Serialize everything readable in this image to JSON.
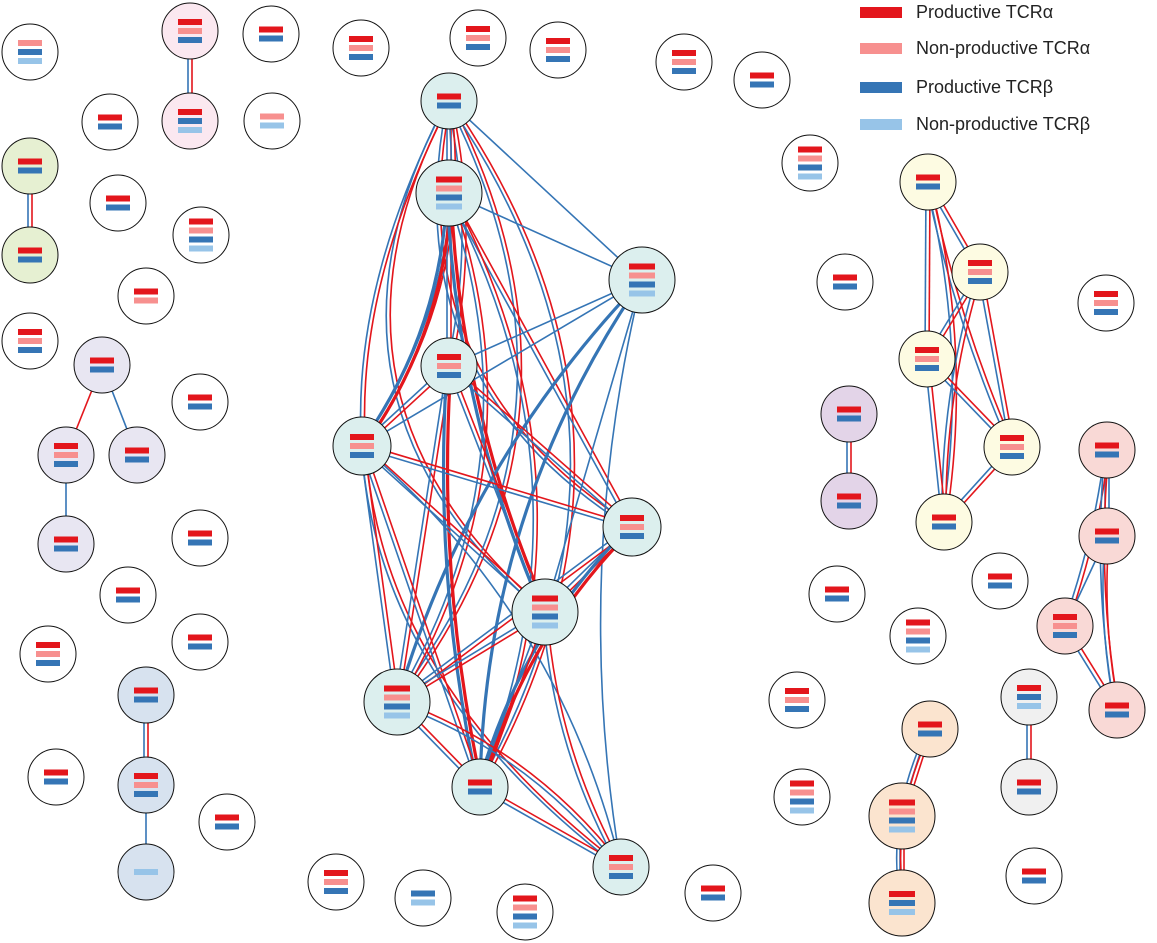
{
  "legend": {
    "items": [
      {
        "label": "Productive TCRα",
        "color": "#e3161c"
      },
      {
        "label": "Non-productive TCRα",
        "color": "#f7908f"
      },
      {
        "label": "Productive TCRβ",
        "color": "#3575b5"
      },
      {
        "label": "Non-productive TCRβ",
        "color": "#97c4e8"
      }
    ]
  },
  "chain_colors": {
    "A": "#e3161c",
    "a": "#f7908f",
    "B": "#3575b5",
    "b": "#97c4e8"
  },
  "cluster_fills": {
    "none": "#ffffff",
    "teal": "#dcefee",
    "pink": "#fbe8f0",
    "green": "#e6f0d2",
    "lavender": "#e8e6f2",
    "steel": "#d7e2ef",
    "purple": "#e3d4e8",
    "yellow": "#fdfbe2",
    "salmon": "#f9d9d6",
    "peach": "#fbe4cf",
    "gray": "#f0f0f0"
  },
  "nodes": [
    {
      "id": "s1",
      "fill": "none",
      "chains": "aBb"
    },
    {
      "id": "s2",
      "fill": "none",
      "chains": "AB"
    },
    {
      "id": "s3",
      "fill": "none",
      "chains": "AB"
    },
    {
      "id": "s4",
      "fill": "none",
      "chains": "ab"
    },
    {
      "id": "s5",
      "fill": "none",
      "chains": "AaB"
    },
    {
      "id": "s6",
      "fill": "none",
      "chains": "AaB"
    },
    {
      "id": "s7",
      "fill": "none",
      "chains": "AaB"
    },
    {
      "id": "s8",
      "fill": "none",
      "chains": "AaB"
    },
    {
      "id": "s9",
      "fill": "none",
      "chains": "AB"
    },
    {
      "id": "s10",
      "fill": "none",
      "chains": "AB"
    },
    {
      "id": "s11",
      "fill": "none",
      "chains": "AaBb"
    },
    {
      "id": "s12",
      "fill": "none",
      "chains": "Aa"
    },
    {
      "id": "s13",
      "fill": "none",
      "chains": "AaB"
    },
    {
      "id": "s14",
      "fill": "none",
      "chains": "AB"
    },
    {
      "id": "s15",
      "fill": "none",
      "chains": "AaBb"
    },
    {
      "id": "s16",
      "fill": "none",
      "chains": "AB"
    },
    {
      "id": "s17",
      "fill": "none",
      "chains": "AaB"
    },
    {
      "id": "s18",
      "fill": "none",
      "chains": "AB"
    },
    {
      "id": "s19",
      "fill": "none",
      "chains": "AB"
    },
    {
      "id": "s20",
      "fill": "none",
      "chains": "AaB"
    },
    {
      "id": "s21",
      "fill": "none",
      "chains": "AB"
    },
    {
      "id": "s22",
      "fill": "none",
      "chains": "AaB"
    },
    {
      "id": "s23",
      "fill": "none",
      "chains": "AB"
    },
    {
      "id": "s24",
      "fill": "none",
      "chains": "AB"
    },
    {
      "id": "s25",
      "fill": "none",
      "chains": "AaB"
    },
    {
      "id": "s26",
      "fill": "none",
      "chains": "Bb"
    },
    {
      "id": "s27",
      "fill": "none",
      "chains": "AaBb"
    },
    {
      "id": "s28",
      "fill": "none",
      "chains": "AB"
    },
    {
      "id": "s29",
      "fill": "none",
      "chains": "AaBb"
    },
    {
      "id": "s30",
      "fill": "none",
      "chains": "AB"
    },
    {
      "id": "s31",
      "fill": "none",
      "chains": "AB"
    },
    {
      "id": "s32",
      "fill": "none",
      "chains": "AaBb"
    },
    {
      "id": "s33",
      "fill": "none",
      "chains": "AB"
    },
    {
      "id": "s34",
      "fill": "none",
      "chains": "AB"
    },
    {
      "id": "s35",
      "fill": "none",
      "chains": "AB"
    },
    {
      "id": "s36",
      "fill": "none",
      "chains": "AB"
    },
    {
      "id": "s37",
      "fill": "none",
      "chains": "ABb"
    },
    {
      "id": "s38",
      "fill": "none",
      "chains": "AaB"
    },
    {
      "id": "s39",
      "fill": "none",
      "chains": "AaB"
    },
    {
      "id": "s40",
      "fill": "none",
      "chains": "AB"
    },
    {
      "id": "s41",
      "fill": "none",
      "chains": "AB"
    },
    {
      "id": "p1",
      "fill": "pink",
      "chains": "AaB"
    },
    {
      "id": "p2",
      "fill": "pink",
      "chains": "ABb"
    },
    {
      "id": "g1",
      "fill": "green",
      "chains": "AB"
    },
    {
      "id": "g2",
      "fill": "green",
      "chains": "AB"
    },
    {
      "id": "l1",
      "fill": "lavender",
      "chains": "AB"
    },
    {
      "id": "l2",
      "fill": "lavender",
      "chains": "AaB"
    },
    {
      "id": "l3",
      "fill": "lavender",
      "chains": "AB"
    },
    {
      "id": "l4",
      "fill": "lavender",
      "chains": "AB"
    },
    {
      "id": "b1",
      "fill": "steel",
      "chains": "AB"
    },
    {
      "id": "b2",
      "fill": "steel",
      "chains": "AaB"
    },
    {
      "id": "b3",
      "fill": "steel",
      "chains": "b"
    },
    {
      "id": "t1",
      "fill": "teal",
      "chains": "AB"
    },
    {
      "id": "t2",
      "fill": "teal",
      "chains": "AaBb"
    },
    {
      "id": "t3",
      "fill": "teal",
      "chains": "AaBb"
    },
    {
      "id": "t4",
      "fill": "teal",
      "chains": "AaB"
    },
    {
      "id": "t5",
      "fill": "teal",
      "chains": "AaB"
    },
    {
      "id": "t6",
      "fill": "teal",
      "chains": "AaB"
    },
    {
      "id": "t7",
      "fill": "teal",
      "chains": "AaBb"
    },
    {
      "id": "t8",
      "fill": "teal",
      "chains": "AaBb"
    },
    {
      "id": "t9",
      "fill": "teal",
      "chains": "AB"
    },
    {
      "id": "t10",
      "fill": "teal",
      "chains": "AaB"
    },
    {
      "id": "m1",
      "fill": "purple",
      "chains": "AB"
    },
    {
      "id": "m2",
      "fill": "purple",
      "chains": "AB"
    },
    {
      "id": "y1",
      "fill": "yellow",
      "chains": "AB"
    },
    {
      "id": "y2",
      "fill": "yellow",
      "chains": "AaB"
    },
    {
      "id": "y3",
      "fill": "yellow",
      "chains": "AaB"
    },
    {
      "id": "y4",
      "fill": "yellow",
      "chains": "AaB"
    },
    {
      "id": "y5",
      "fill": "yellow",
      "chains": "AB"
    },
    {
      "id": "r1",
      "fill": "salmon",
      "chains": "AB"
    },
    {
      "id": "r2",
      "fill": "salmon",
      "chains": "AB"
    },
    {
      "id": "r3",
      "fill": "salmon",
      "chains": "AaB"
    },
    {
      "id": "r4",
      "fill": "salmon",
      "chains": "AB"
    },
    {
      "id": "o1",
      "fill": "peach",
      "chains": "AB"
    },
    {
      "id": "o2",
      "fill": "peach",
      "chains": "AaBb"
    },
    {
      "id": "o3",
      "fill": "peach",
      "chains": "ABb"
    },
    {
      "id": "x1",
      "fill": "gray",
      "chains": "ABb"
    },
    {
      "id": "x2",
      "fill": "gray",
      "chains": "AB"
    }
  ],
  "edges": [
    {
      "from": "p1",
      "to": "p2",
      "chains": "AB"
    },
    {
      "from": "g1",
      "to": "g2",
      "chains": "AB"
    },
    {
      "from": "l1",
      "to": "l2",
      "chains": "A"
    },
    {
      "from": "l1",
      "to": "l3",
      "chains": "B"
    },
    {
      "from": "l2",
      "to": "l4",
      "chains": "B"
    },
    {
      "from": "b1",
      "to": "b2",
      "chains": "AB"
    },
    {
      "from": "b2",
      "to": "b3",
      "chains": "B"
    },
    {
      "from": "m1",
      "to": "m2",
      "chains": "AB"
    },
    {
      "from": "x1",
      "to": "x2",
      "chains": "AB"
    },
    {
      "from": "o1",
      "to": "o2",
      "chains": "AB"
    },
    {
      "from": "o2",
      "to": "o3",
      "chains": "AB"
    },
    {
      "from": "o1",
      "to": "o3",
      "chains": "AB"
    },
    {
      "from": "r1",
      "to": "r2",
      "chains": "BB"
    },
    {
      "from": "r1",
      "to": "r3",
      "chains": "AB"
    },
    {
      "from": "r1",
      "to": "r4",
      "chains": "AB"
    },
    {
      "from": "r2",
      "to": "r3",
      "chains": "B"
    },
    {
      "from": "r2",
      "to": "r4",
      "chains": "AB"
    },
    {
      "from": "r3",
      "to": "r4",
      "chains": "AB"
    },
    {
      "from": "y1",
      "to": "y2",
      "chains": "AB"
    },
    {
      "from": "y1",
      "to": "y3",
      "chains": "AB"
    },
    {
      "from": "y1",
      "to": "y4",
      "chains": "AB"
    },
    {
      "from": "y1",
      "to": "y5",
      "chains": "AB"
    },
    {
      "from": "y2",
      "to": "y3",
      "chains": "AB"
    },
    {
      "from": "y2",
      "to": "y4",
      "chains": "AB"
    },
    {
      "from": "y2",
      "to": "y5",
      "chains": "AB"
    },
    {
      "from": "y3",
      "to": "y4",
      "chains": "AB"
    },
    {
      "from": "y3",
      "to": "y5",
      "chains": "AB"
    },
    {
      "from": "y4",
      "to": "y5",
      "chains": "AB"
    },
    {
      "from": "t1",
      "to": "t2",
      "chains": "AB"
    },
    {
      "from": "t1",
      "to": "t3",
      "chains": "B"
    },
    {
      "from": "t1",
      "to": "t4",
      "chains": "AB"
    },
    {
      "from": "t1",
      "to": "t5",
      "chains": "AB"
    },
    {
      "from": "t1",
      "to": "t6",
      "chains": "AB"
    },
    {
      "from": "t1",
      "to": "t7",
      "chains": "AB"
    },
    {
      "from": "t1",
      "to": "t8",
      "chains": "AB"
    },
    {
      "from": "t1",
      "to": "t9",
      "chains": "AB"
    },
    {
      "from": "t1",
      "to": "t10",
      "chains": "AB"
    },
    {
      "from": "t2",
      "to": "t3",
      "chains": "B"
    },
    {
      "from": "t2",
      "to": "t4",
      "chains": "AB"
    },
    {
      "from": "t2",
      "to": "t5",
      "chains": "AB"
    },
    {
      "from": "t2",
      "to": "t6",
      "chains": "AB"
    },
    {
      "from": "t2",
      "to": "t7",
      "chains": "AB"
    },
    {
      "from": "t2",
      "to": "t8",
      "chains": "AB"
    },
    {
      "from": "t2",
      "to": "t9",
      "chains": "AB"
    },
    {
      "from": "t3",
      "to": "t4",
      "chains": "B"
    },
    {
      "from": "t3",
      "to": "t5",
      "chains": "B"
    },
    {
      "from": "t3",
      "to": "t7",
      "chains": "B"
    },
    {
      "from": "t3",
      "to": "t8",
      "chains": "B"
    },
    {
      "from": "t3",
      "to": "t9",
      "chains": "B"
    },
    {
      "from": "t3",
      "to": "t10",
      "chains": "B"
    },
    {
      "from": "t4",
      "to": "t5",
      "chains": "AB"
    },
    {
      "from": "t4",
      "to": "t6",
      "chains": "AB"
    },
    {
      "from": "t4",
      "to": "t7",
      "chains": "AB"
    },
    {
      "from": "t4",
      "to": "t8",
      "chains": "AB"
    },
    {
      "from": "t4",
      "to": "t9",
      "chains": "AB"
    },
    {
      "from": "t5",
      "to": "t6",
      "chains": "AB"
    },
    {
      "from": "t5",
      "to": "t7",
      "chains": "AB"
    },
    {
      "from": "t5",
      "to": "t8",
      "chains": "AB"
    },
    {
      "from": "t5",
      "to": "t9",
      "chains": "AB"
    },
    {
      "from": "t5",
      "to": "t10",
      "chains": "B"
    },
    {
      "from": "t6",
      "to": "t7",
      "chains": "AB"
    },
    {
      "from": "t6",
      "to": "t8",
      "chains": "AB"
    },
    {
      "from": "t6",
      "to": "t9",
      "chains": "AB"
    },
    {
      "from": "t7",
      "to": "t8",
      "chains": "AB"
    },
    {
      "from": "t7",
      "to": "t9",
      "chains": "AB"
    },
    {
      "from": "t7",
      "to": "t10",
      "chains": "AB"
    },
    {
      "from": "t8",
      "to": "t9",
      "chains": "AB"
    },
    {
      "from": "t8",
      "to": "t10",
      "chains": "AB"
    },
    {
      "from": "t9",
      "to": "t10",
      "chains": "AB"
    }
  ]
}
